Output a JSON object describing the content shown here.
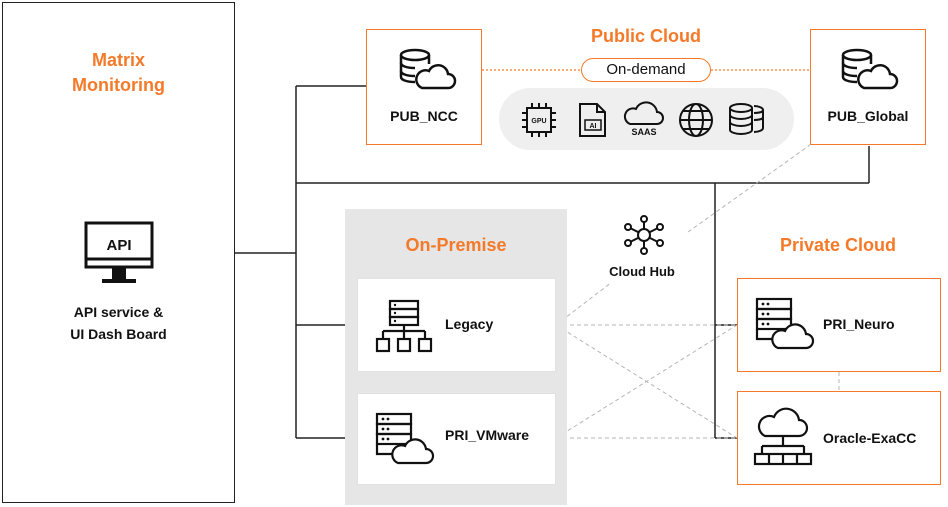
{
  "monitoring": {
    "title_line1": "Matrix",
    "title_line2": "Monitoring",
    "api_icon_text": "API",
    "label_line1": "API service &",
    "label_line2": "UI Dash Board"
  },
  "public_cloud": {
    "title": "Public Cloud",
    "on_demand": "On-demand",
    "left_node": "PUB_NCC",
    "right_node": "PUB_Global",
    "services": [
      {
        "icon": "gpu-chip-icon",
        "text": "GPU"
      },
      {
        "icon": "ai-document-icon",
        "text": "AI"
      },
      {
        "icon": "saas-cloud-icon",
        "text": "SAAS"
      },
      {
        "icon": "globe-network-icon",
        "text": ""
      },
      {
        "icon": "database-icon",
        "text": ""
      }
    ]
  },
  "on_premise": {
    "title": "On-Premise",
    "nodes": [
      {
        "icon": "hierarchy-server-icon",
        "label": "Legacy"
      },
      {
        "icon": "server-cloud-icon",
        "label": "PRI_VMware"
      }
    ]
  },
  "hub": {
    "icon": "hub-network-icon",
    "label": "Cloud Hub"
  },
  "private_cloud": {
    "title": "Private Cloud",
    "nodes": [
      {
        "icon": "server-cloud-icon",
        "label": "PRI_Neuro"
      },
      {
        "icon": "cloud-network-icon",
        "label": "Oracle-ExaCC"
      }
    ]
  },
  "colors": {
    "accent": "#f47a2a",
    "line": "#222222",
    "dashed": "#b5b5b5",
    "onprem_bg": "#e6e6e6",
    "strip_bg": "#efefef"
  }
}
